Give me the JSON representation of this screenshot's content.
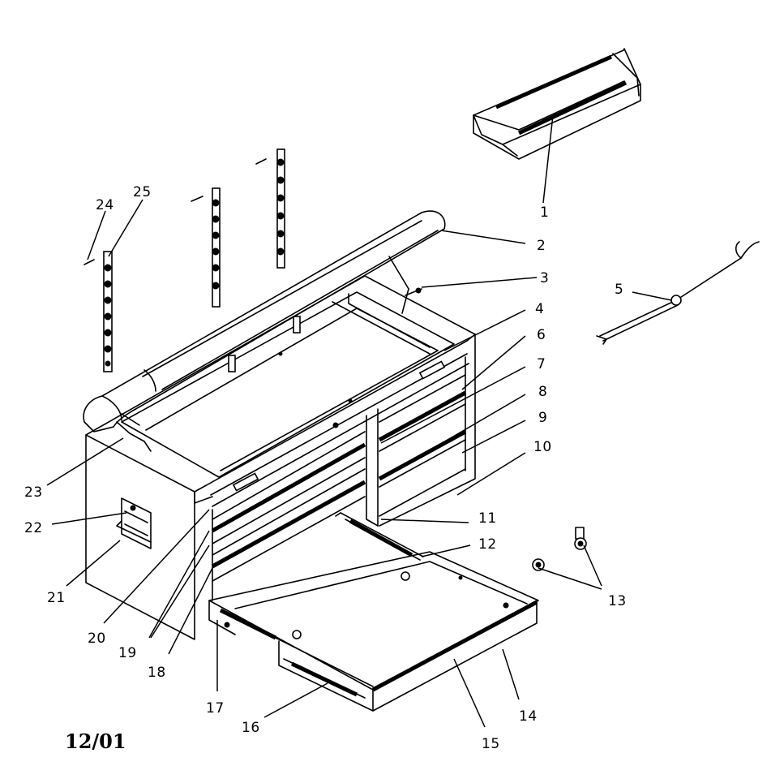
{
  "callouts": [
    "1",
    "2",
    "3",
    "4",
    "5",
    "6",
    "7",
    "8",
    "9",
    "10",
    "11",
    "12",
    "13",
    "14",
    "15",
    "16",
    "17",
    "18",
    "19",
    "20",
    "21",
    "22",
    "23",
    "24",
    "25"
  ],
  "date_code": "12/01"
}
